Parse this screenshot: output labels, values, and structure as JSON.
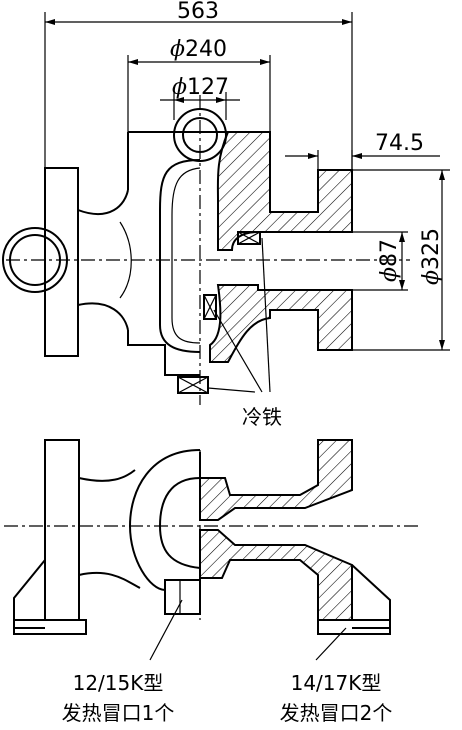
{
  "dimensions": {
    "overall_length": "563",
    "dia_outer_bore": "240",
    "dia_inner_bore": "127",
    "flange_offset": "74.5",
    "dia_flange_bore": "87",
    "dia_flange": "325"
  },
  "labels": {
    "phi_symbol": "ϕ",
    "chill": "冷铁",
    "riser_left_line1": "12/15K型",
    "riser_left_line2": "发热冒口1个",
    "riser_right_line1": "14/17K型",
    "riser_right_line2": "发热冒口2个"
  }
}
